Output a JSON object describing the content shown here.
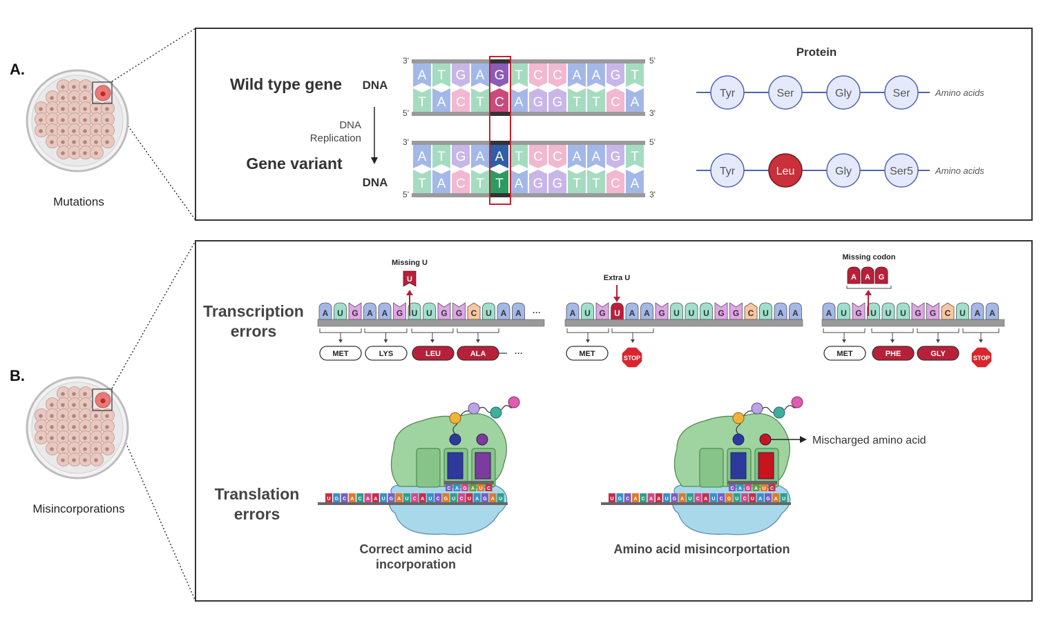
{
  "panel_a": {
    "letter": "A.",
    "dish_label": "Mutations",
    "protein_heading": "Protein",
    "wild": {
      "title": "Wild type gene",
      "dna_label": "DNA",
      "top_prime_left": "3'",
      "top_prime_right": "5'",
      "bottom_prime_left": "5'",
      "bottom_prime_right": "3'",
      "top": [
        "A",
        "T",
        "G",
        "A",
        "G",
        "T",
        "C",
        "C",
        "A",
        "A",
        "G",
        "T"
      ],
      "bottom": [
        "T",
        "A",
        "C",
        "T",
        "C",
        "A",
        "G",
        "G",
        "T",
        "T",
        "C",
        "A"
      ],
      "protein": [
        "Tyr",
        "Ser",
        "Gly",
        "Ser"
      ],
      "amino_label": "Amino acids"
    },
    "replication": [
      "DNA",
      "Replication"
    ],
    "variant": {
      "title": "Gene variant",
      "dna_label": "DNA",
      "top_prime_left": "3'",
      "top_prime_right": "5'",
      "bottom_prime_left": "5'",
      "bottom_prime_right": "3'",
      "top": [
        "A",
        "T",
        "G",
        "A",
        "A",
        "T",
        "C",
        "C",
        "A",
        "A",
        "G",
        "T"
      ],
      "bottom": [
        "T",
        "A",
        "C",
        "T",
        "T",
        "A",
        "G",
        "G",
        "T",
        "T",
        "C",
        "A"
      ],
      "protein": [
        "Tyr",
        "Leu",
        "Gly",
        "Ser5"
      ],
      "amino_label": "Amino acids"
    },
    "mutated_index": 4
  },
  "panel_b": {
    "letter": "B.",
    "dish_label": "Misincorporations",
    "transcription_title": [
      "Transcription",
      "errors"
    ],
    "translation_title": [
      "Translation",
      "errors"
    ],
    "seq1": {
      "callout": "Missing U",
      "callout_letter": "U",
      "bases": [
        "A",
        "U",
        "G",
        "A",
        "A",
        "G",
        "U",
        "U",
        "G",
        "G",
        "C",
        "U",
        "A",
        "A"
      ],
      "ellipsis": "···",
      "codons": [
        "MET",
        "LYS",
        "LEU",
        "ALA"
      ],
      "trail": "···"
    },
    "seq2": {
      "callout": "Extra U",
      "bases": [
        "A",
        "U",
        "G",
        "U",
        "A",
        "A",
        "G",
        "U",
        "U",
        "U",
        "G",
        "G",
        "C",
        "U",
        "A",
        "A"
      ],
      "codons": [
        "MET"
      ],
      "stop": "STOP"
    },
    "seq3": {
      "callout": "Missing codon",
      "callout_letters": [
        "A",
        "A",
        "G"
      ],
      "bases": [
        "A",
        "U",
        "G",
        "U",
        "U",
        "U",
        "G",
        "G",
        "C",
        "U",
        "A",
        "A"
      ],
      "codons": [
        "MET",
        "PHE",
        "GLY"
      ],
      "stop": "STOP"
    },
    "ribosome_left": {
      "caption": [
        "Correct amino acid",
        "incorporation"
      ],
      "mrna": [
        "U",
        "G",
        "C",
        "A",
        "C",
        "A",
        "A",
        "U",
        "G",
        "A",
        "U",
        "C",
        "A",
        "U",
        "C",
        "G",
        "U",
        "C",
        "U",
        "A",
        "G",
        "A",
        "U"
      ],
      "anticodons": [
        "C",
        "A",
        "G",
        "A",
        "U",
        "C"
      ]
    },
    "ribosome_right": {
      "caption": [
        "Amino acid misincorportation"
      ],
      "mrna": [
        "U",
        "G",
        "C",
        "A",
        "C",
        "A",
        "A",
        "U",
        "G",
        "A",
        "U",
        "C",
        "A",
        "U",
        "C",
        "G",
        "U",
        "C",
        "U",
        "A",
        "G",
        "A",
        "U"
      ],
      "anticodons": [
        "C",
        "A",
        "G",
        "A",
        "U",
        "C"
      ],
      "mischarged_label": "Mischarged amino acid"
    }
  },
  "colors": {
    "base_A": "#a3b8e8",
    "base_T": "#a5dcc0",
    "base_G": "#c8b6e8",
    "base_C": "#f2b8cf",
    "base_U": "#9ee0cc",
    "rna_G": "#e0a6e6",
    "rna_C": "#f8c7a0",
    "mutation_top": "#8b5bb8",
    "mutation_bottom": "#c94a7b",
    "mutation_A": "#2f5fa8",
    "mutation_T": "#2e9a62",
    "error_red": "#b8203a",
    "protein_circle": "#e4eafb",
    "protein_line": "#4f60b8",
    "leu_red": "#c9303a",
    "ribosome_green": "#9fd4a0",
    "ribosome_blue": "#a8d8ea"
  }
}
